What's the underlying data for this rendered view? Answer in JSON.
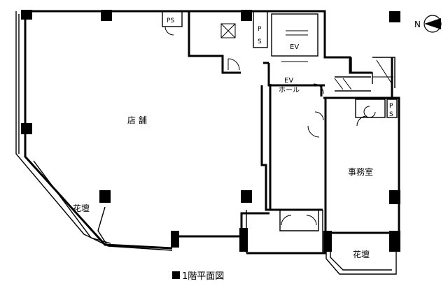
{
  "rooms": {
    "shop": "店 舗",
    "ps1": "PS",
    "ps2_p": "P",
    "ps2_s": "S",
    "ev": "EV",
    "ev_hall_1": "EV",
    "ev_hall_2": "ホール",
    "ps3_p": "P",
    "ps3_s": "S",
    "office": "事務室",
    "planter_left": "花壇",
    "planter_right": "花壇"
  },
  "compass": {
    "letter": "N"
  },
  "caption": "1階平面図"
}
